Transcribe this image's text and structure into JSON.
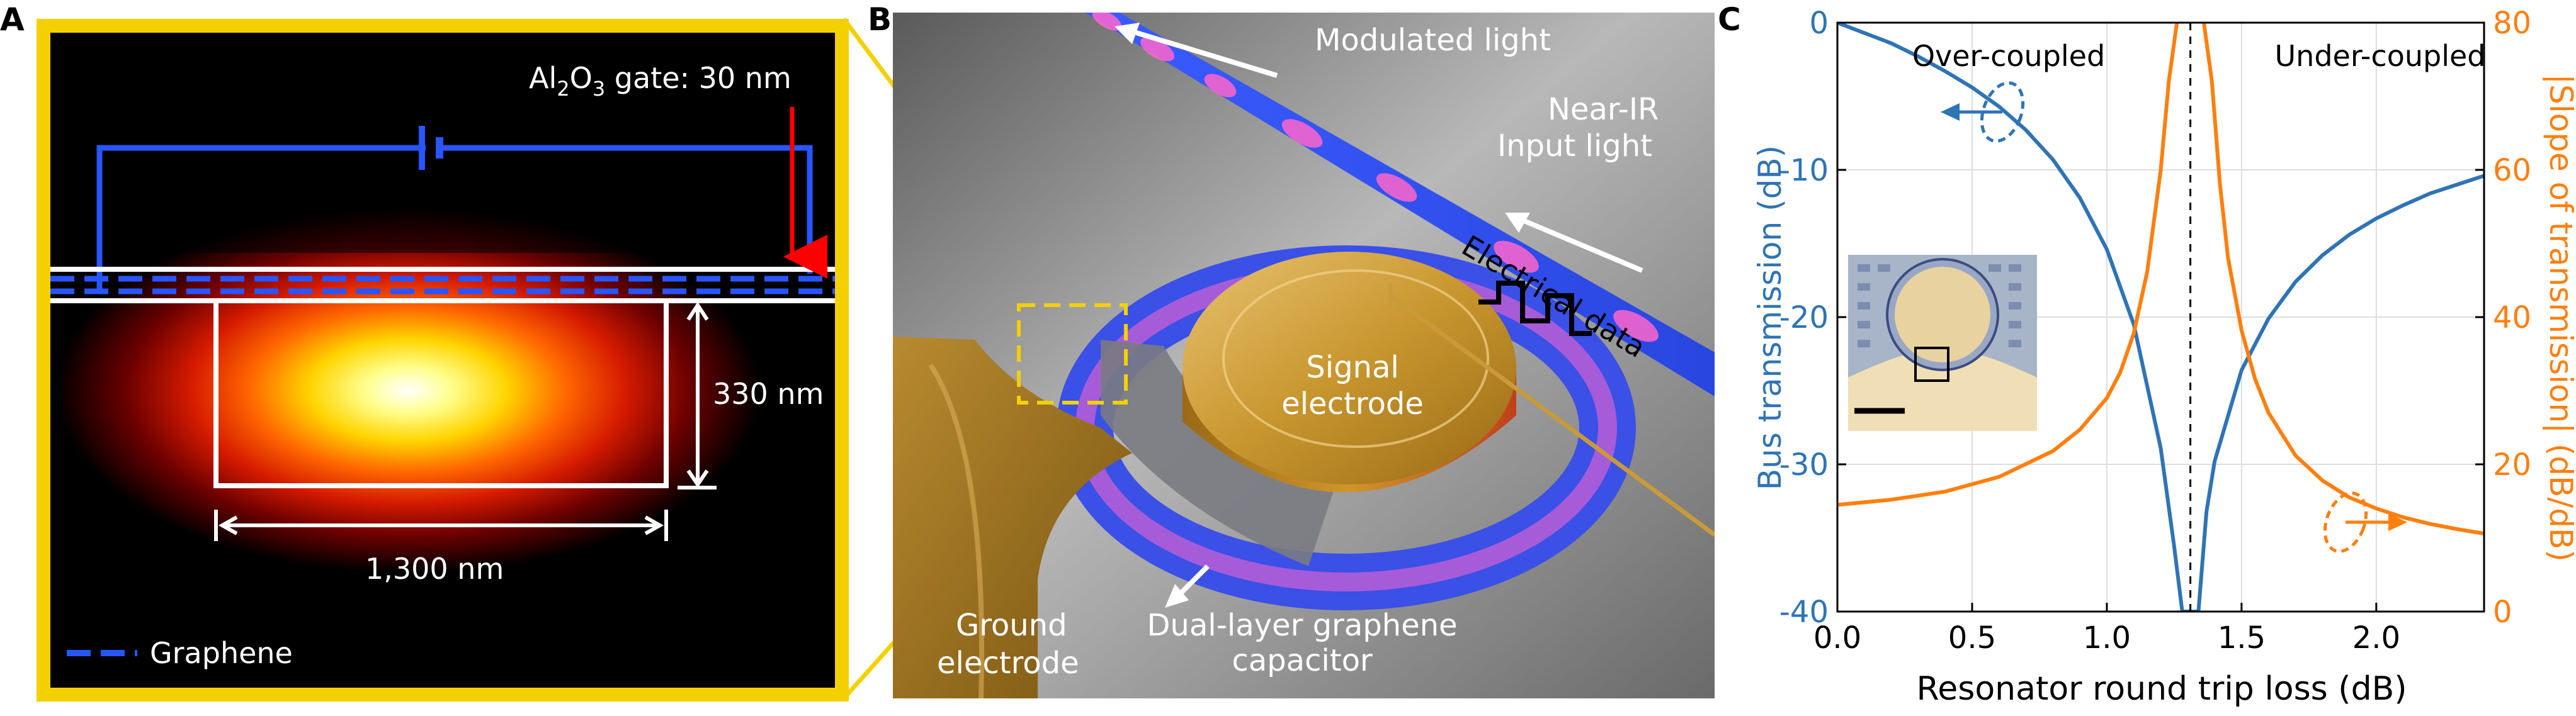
{
  "figure": {
    "panels": {
      "a": "A",
      "b": "B",
      "c": "C"
    },
    "colors": {
      "frame": "#f5d000",
      "graphene": "#2855ff",
      "blue_axis": "#2f74b5",
      "orange_axis": "#ff7f0e",
      "arrow_red": "#ff0000"
    }
  },
  "panel_a": {
    "gate_label_prefix": "Al",
    "gate_sub1": "2",
    "gate_mid": "O",
    "gate_sub2": "3",
    "gate_label_suffix": " gate: 30 nm",
    "height_label": "330 nm",
    "width_label": "1,300 nm",
    "legend_label": "Graphene"
  },
  "panel_b": {
    "modulated_light": "Modulated light",
    "input_light_line1": "Near-IR",
    "input_light_line2": "Input light",
    "electrical_data": "Electrical data",
    "signal_line1": "Signal",
    "signal_line2": "electrode",
    "ground_line1": "Ground",
    "ground_line2": "electrode",
    "capacitor_line1": "Dual-layer graphene",
    "capacitor_line2": "capacitor"
  },
  "chart_data": {
    "type": "line",
    "xlabel": "Resonator round trip loss (dB)",
    "ylabel_left": "Bus transmission (dB)",
    "ylabel_right": "|Slope of transmission| (dB/dB)",
    "xlim": [
      0,
      2.4
    ],
    "ylim_left": [
      -40,
      0
    ],
    "ylim_right": [
      0,
      80
    ],
    "xticks": [
      0.0,
      0.5,
      1.0,
      1.5,
      2.0
    ],
    "xtick_labels": [
      "0.0",
      "0.5",
      "1.0",
      "1.5",
      "2.0"
    ],
    "yticks_left": [
      0,
      -10,
      -20,
      -30,
      -40
    ],
    "ytick_labels_left": [
      "0",
      "-10",
      "-20",
      "-30",
      "-40"
    ],
    "yticks_right": [
      0,
      20,
      40,
      60,
      80
    ],
    "ytick_labels_right": [
      "0",
      "20",
      "40",
      "60",
      "80"
    ],
    "critical_coupling_x": 1.31,
    "grid": true,
    "annotations": [
      "Over-coupled",
      "Under-coupled"
    ],
    "series": [
      {
        "axis": "left",
        "color": "#2f74b5",
        "x": [
          0.0,
          0.1,
          0.2,
          0.3,
          0.4,
          0.5,
          0.6,
          0.7,
          0.8,
          0.9,
          1.0,
          1.1,
          1.2,
          1.25,
          1.28,
          1.3,
          1.31,
          1.32,
          1.34,
          1.37,
          1.4,
          1.5,
          1.6,
          1.7,
          1.8,
          1.9,
          2.0,
          2.1,
          2.2,
          2.3,
          2.4
        ],
        "y": [
          0.0,
          -0.7,
          -1.4,
          -2.3,
          -3.3,
          -4.4,
          -5.7,
          -7.3,
          -9.3,
          -11.9,
          -15.4,
          -20.5,
          -28.9,
          -35.6,
          -40.0,
          -40.0,
          -40.0,
          -40.0,
          -40.0,
          -33.2,
          -29.8,
          -23.6,
          -20.1,
          -17.6,
          -15.8,
          -14.4,
          -13.3,
          -12.4,
          -11.6,
          -11.0,
          -10.4
        ]
      },
      {
        "axis": "right",
        "color": "#ff7f0e",
        "x": [
          0.0,
          0.2,
          0.4,
          0.6,
          0.8,
          0.9,
          1.0,
          1.05,
          1.1,
          1.15,
          1.2,
          1.23,
          1.26,
          1.36,
          1.39,
          1.42,
          1.45,
          1.5,
          1.55,
          1.6,
          1.7,
          1.8,
          1.9,
          2.0,
          2.1,
          2.2,
          2.3,
          2.4
        ],
        "y": [
          14.5,
          15.2,
          16.3,
          18.3,
          21.8,
          24.7,
          29.0,
          32.5,
          37.8,
          46.2,
          60.0,
          72.0,
          80.0,
          80.0,
          72.0,
          58.0,
          48.0,
          38.2,
          31.6,
          27.0,
          21.2,
          17.8,
          15.5,
          14.0,
          12.8,
          11.9,
          11.2,
          10.6
        ]
      }
    ]
  }
}
